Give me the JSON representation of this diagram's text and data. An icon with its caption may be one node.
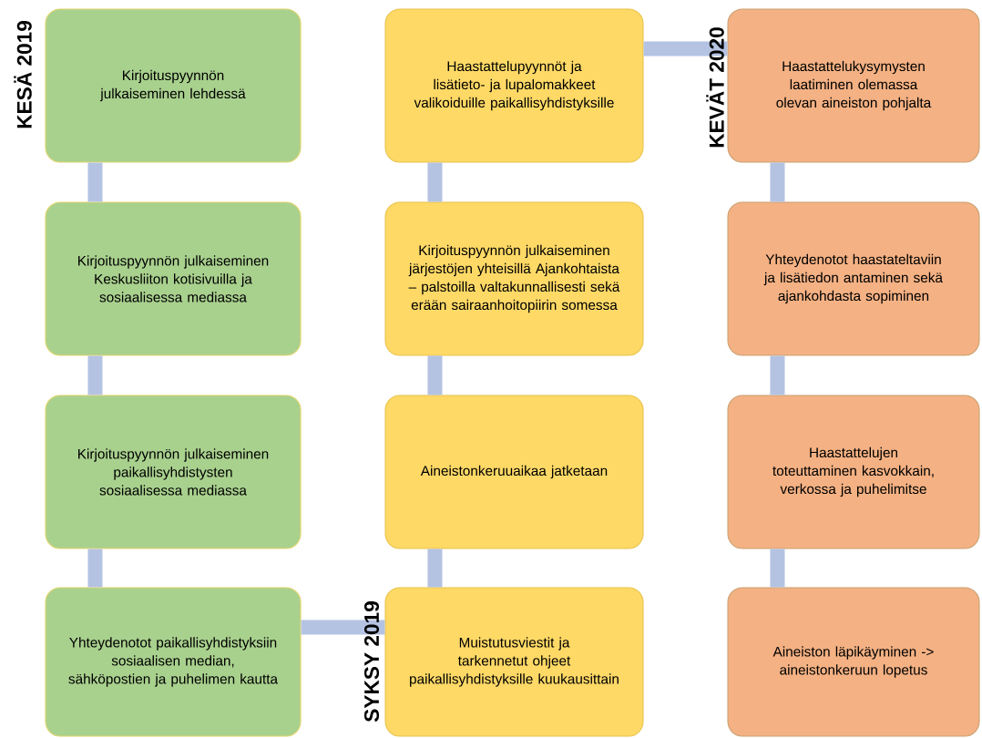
{
  "diagram": {
    "nodes": [
      {
        "text": [
          "Kirjoituspyynnön julkaiseminen lehdessä"
        ],
        "beside": [
          "KESÄ 2019"
        ]
      },
      {
        "text": [
          "Kirjoituspyynnön julkaiseminen Keskusliiton kotisivuilla ja sosiaalisessa mediassa"
        ]
      },
      {
        "text": [
          "Kirjoituspyynnön julkaiseminen paikallisyhdistysten sosiaalisessa mediassa"
        ]
      },
      {
        "text": [
          "Yhteydenotot paikallisyhdistyksiin sosiaalisen median, sähköpostien ja puhelimen kautta"
        ]
      },
      {
        "text": [
          "Haastattelupyynnöt ja lisätieto- ja lupalomakkeet valikoiduille paikallisyhdistyksille"
        ]
      },
      {
        "text": [
          "Kirjoituspyynnön julkaiseminen järjestöjen yhteisillä Ajankohtaista – palstoilla valtakunnallisesti sekä erään sairaanhoitopiirin somessa"
        ]
      },
      {
        "text": [
          "Aineistonkeruuaikaa jatketaan"
        ]
      },
      {
        "text": [
          "Muistutusviestit ja tarkennetut ohjeet paikallisyhdistyksille kuukausittain"
        ],
        "beside": [
          "SYKSY 2019"
        ]
      },
      {
        "text": [
          "Haastattelukysymysten laatiminen olemassa olevan aineiston pohjalta"
        ],
        "beside": [
          "KEVÄT 2020"
        ]
      },
      {
        "text": [
          "Yhteydenotot haastateltaviin ja lisätiedon antaminen sekä ajankohdasta sopiminen"
        ]
      },
      {
        "text": [
          "Haastattelujen toteuttaminen kasvokkain, verkossa ja puhelimitse"
        ]
      },
      {
        "text": [
          "Aineiston läpikäyminen -> aineistonkeruun lopetus"
        ]
      }
    ],
    "edges": [
      {
        "from": 0,
        "to": 1,
        "arrow": "none"
      },
      {
        "from": 1,
        "to": 2,
        "arrow": "none"
      },
      {
        "from": 2,
        "to": 3,
        "arrow": "none"
      },
      {
        "from": 3,
        "to": 7,
        "arrow": "none"
      },
      {
        "from": 7,
        "to": 6,
        "arrow": "none"
      },
      {
        "from": 6,
        "to": 5,
        "arrow": "none"
      },
      {
        "from": 5,
        "to": 4,
        "arrow": "none"
      },
      {
        "from": 4,
        "to": 8,
        "arrow": "none"
      },
      {
        "from": 8,
        "to": 9,
        "arrow": "none"
      },
      {
        "from": 9,
        "to": 10,
        "arrow": "none"
      },
      {
        "from": 10,
        "to": 11,
        "arrow": "none"
      }
    ]
  }
}
